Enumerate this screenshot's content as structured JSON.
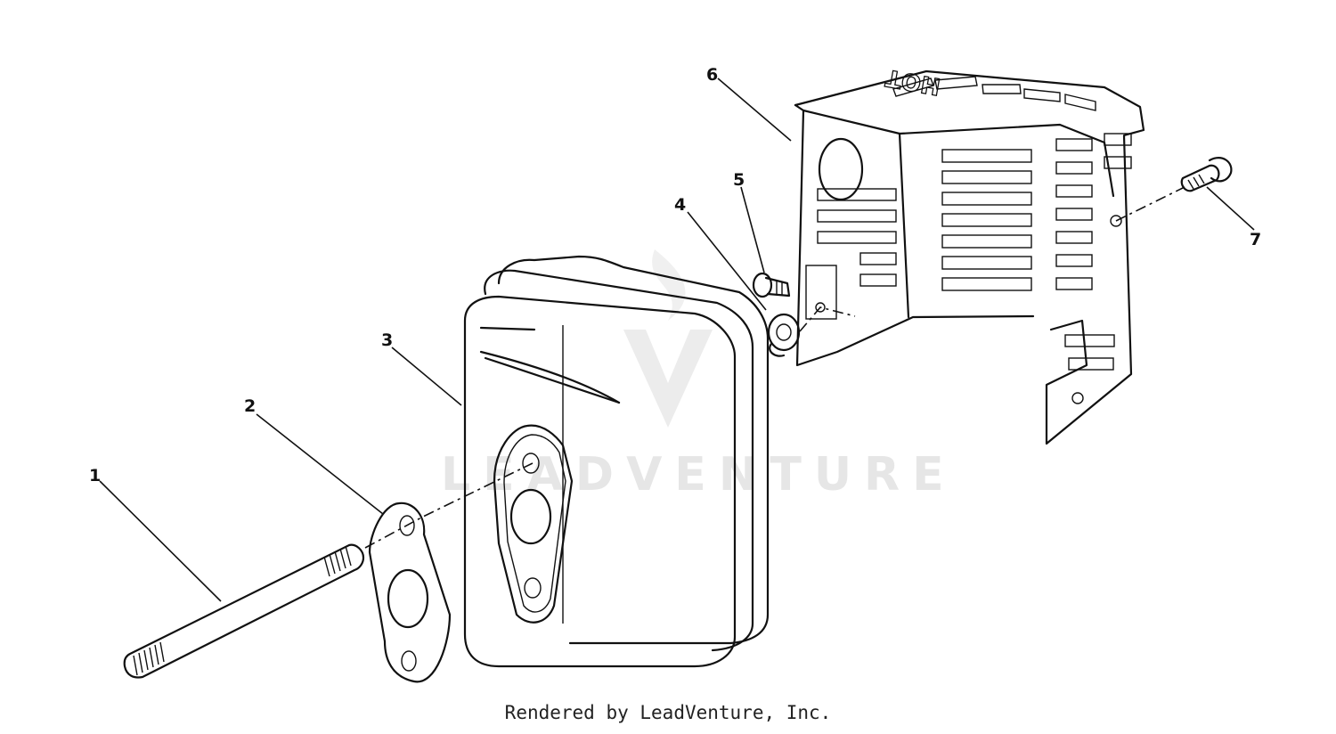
{
  "diagram": {
    "callouts": [
      "1",
      "2",
      "3",
      "4",
      "5",
      "6",
      "7"
    ],
    "watermark": "LEADVENTURE",
    "cover_stamp": "HOT",
    "footer": "Rendered by LeadVenture, Inc."
  },
  "colors": {
    "line": "#111111",
    "watermark": "#e6e6e6",
    "background": "#ffffff"
  }
}
